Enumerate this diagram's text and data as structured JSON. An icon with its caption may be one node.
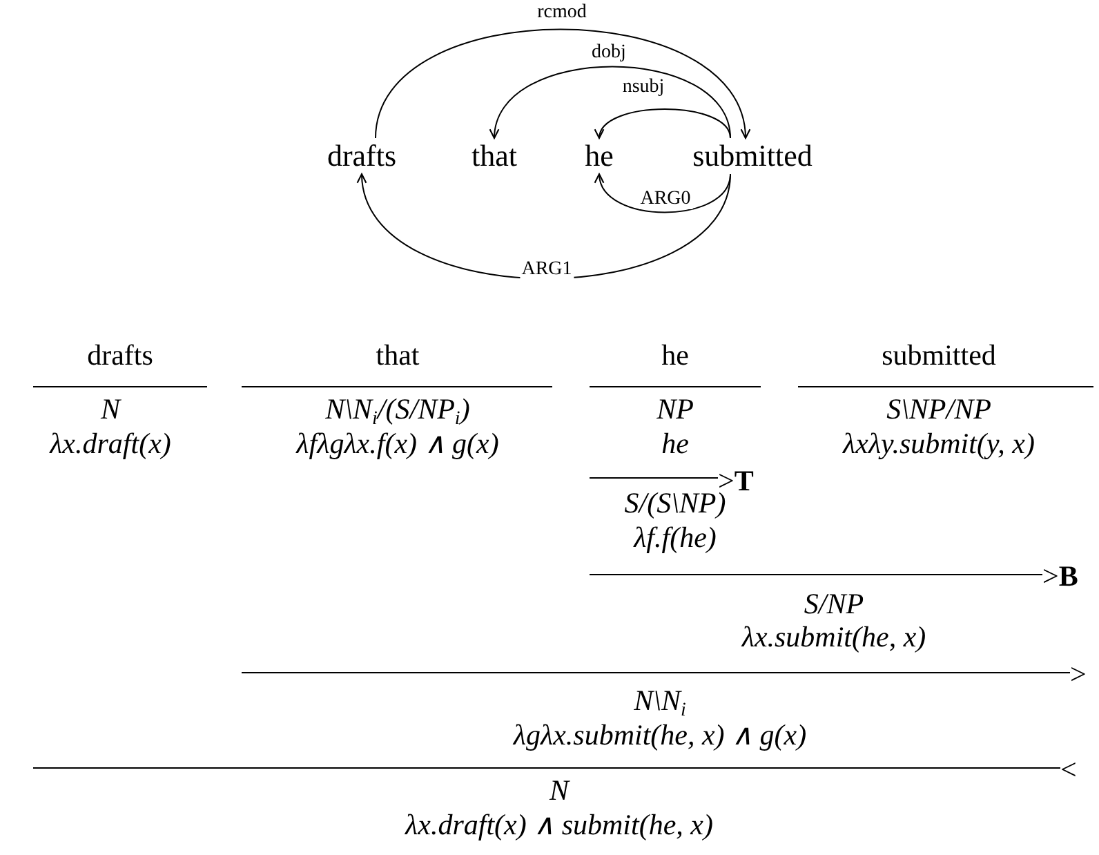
{
  "diagram": {
    "nodes": [
      {
        "text": [
          "drafts"
        ]
      },
      {
        "text": [
          "that"
        ]
      },
      {
        "text": [
          "he"
        ]
      },
      {
        "text": [
          "submitted"
        ]
      }
    ],
    "edges": [
      {
        "from": 0,
        "to": 3,
        "arrow": "to",
        "label": "rcmod"
      },
      {
        "from": 3,
        "to": 1,
        "arrow": "to",
        "label": "dobj"
      },
      {
        "from": 3,
        "to": 2,
        "arrow": "to",
        "label": "nsubj"
      },
      {
        "from": 3,
        "to": 2,
        "arrow": "to",
        "label": "ARG0"
      },
      {
        "from": 3,
        "to": 0,
        "arrow": "to",
        "label": "ARG1"
      }
    ],
    "labels": [
      "drafts",
      "that",
      "he",
      "submitted",
      "N",
      "N\\N$_{i}$/(S/NP$_{i}$)",
      "NP",
      "S\\NP/NP",
      "λx.draft(x)",
      "λfλgλx.f(x) ∧ g(x)",
      "he",
      "λxλy.submit(y, x)",
      ">**T**",
      "S/(S\\NP)",
      "λf.f(he)",
      ">**B**",
      "S/NP",
      "λx.submit(he, x)",
      ">",
      "N\\N$_{i}$",
      "λgλx.submit(he, x) ∧ g(x)",
      "<",
      "N",
      "λx.draft(x) ∧ submit(he, x)"
    ]
  }
}
